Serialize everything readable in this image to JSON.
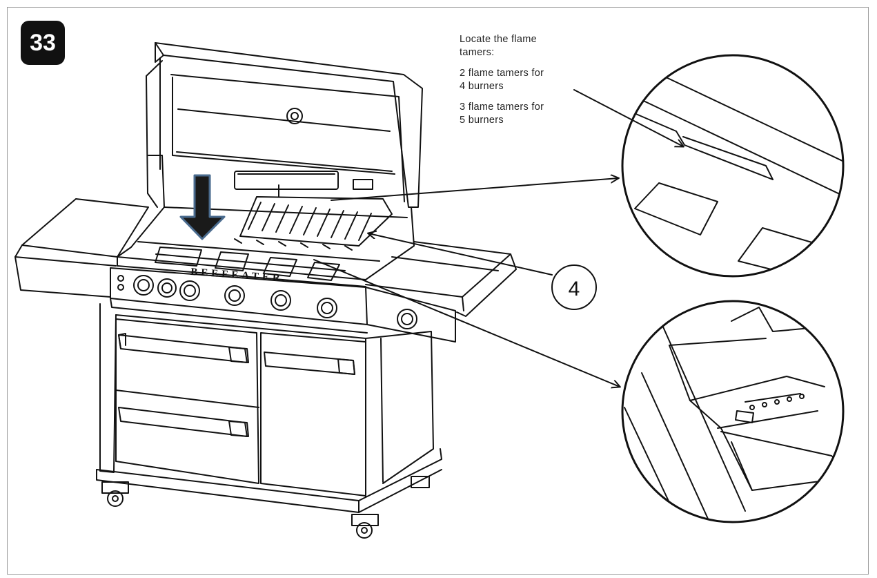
{
  "step": {
    "number": "33"
  },
  "instructions": {
    "locate": "Locate the flame\ntamers:",
    "four_burner": "2 flame tamers for\n4 burners",
    "five_burner": "3 flame tamers for\n5 burners"
  },
  "grill": {
    "brand": "BEEFEATER"
  },
  "callout": {
    "number": "4"
  },
  "colors": {
    "arrow_fill": "#1a1a1a",
    "arrow_outline": "#4a6b8e",
    "line": "#111111"
  }
}
